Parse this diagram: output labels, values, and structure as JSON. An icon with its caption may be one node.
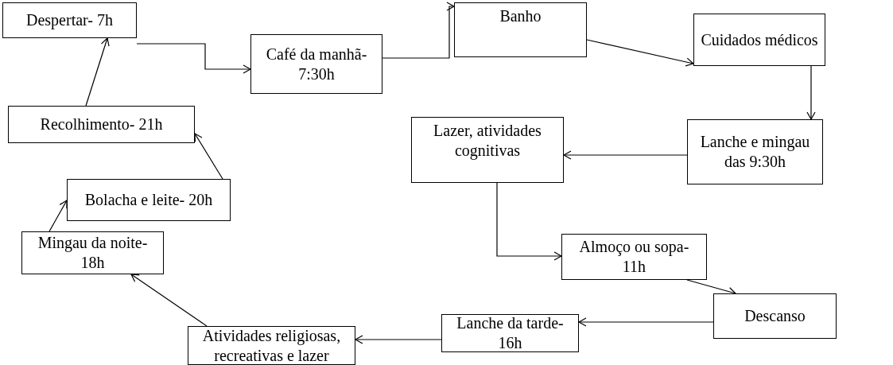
{
  "diagram": {
    "nodes": [
      {
        "text": [
          "Despertar- 7h"
        ]
      },
      {
        "text": [
          "Café da manhã- 7:30h"
        ]
      },
      {
        "text": [
          "Banho"
        ]
      },
      {
        "text": [
          "Cuidados médicos"
        ]
      },
      {
        "text": [
          "Lanche e mingau das 9:30h"
        ]
      },
      {
        "text": [
          "Lazer, atividades cognitivas"
        ]
      },
      {
        "text": [
          "Almoço ou sopa- 11h"
        ]
      },
      {
        "text": [
          "Descanso"
        ]
      },
      {
        "text": [
          "Lanche da tarde- 16h"
        ]
      },
      {
        "text": [
          "Atividades religiosas, recreativas e lazer"
        ]
      },
      {
        "text": [
          "Mingau da noite- 18h"
        ]
      },
      {
        "text": [
          "Bolacha e leite- 20h"
        ]
      },
      {
        "text": [
          "Recolhimento- 21h"
        ]
      }
    ],
    "edges": [
      {
        "from": 0,
        "to": 1,
        "arrow": "to"
      },
      {
        "from": 1,
        "to": 2,
        "arrow": "to"
      },
      {
        "from": 2,
        "to": 3,
        "arrow": "to"
      },
      {
        "from": 3,
        "to": 4,
        "arrow": "to"
      },
      {
        "from": 4,
        "to": 5,
        "arrow": "to"
      },
      {
        "from": 5,
        "to": 6,
        "arrow": "to"
      },
      {
        "from": 6,
        "to": 7,
        "arrow": "to"
      },
      {
        "from": 7,
        "to": 8,
        "arrow": "to"
      },
      {
        "from": 8,
        "to": 9,
        "arrow": "to"
      },
      {
        "from": 9,
        "to": 10,
        "arrow": "to"
      },
      {
        "from": 10,
        "to": 11,
        "arrow": "to"
      },
      {
        "from": 11,
        "to": 12,
        "arrow": "to"
      },
      {
        "from": 12,
        "to": 0,
        "arrow": "to"
      }
    ]
  }
}
